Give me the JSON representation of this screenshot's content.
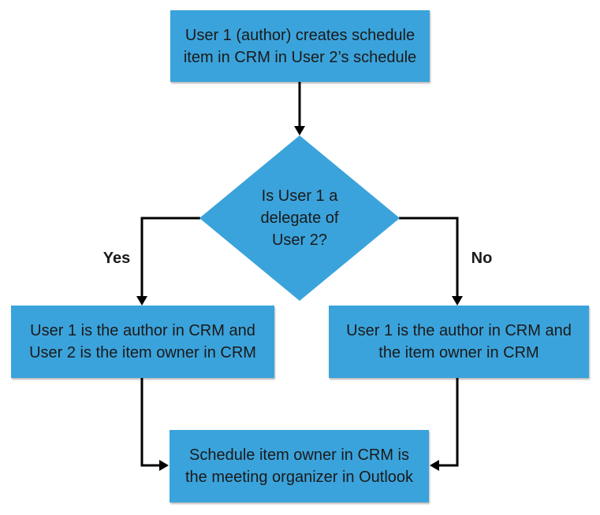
{
  "diagram": {
    "title": "CRM schedule item ownership flowchart",
    "colors": {
      "shape_fill": "#3BA3DB",
      "text": "#1A1A1A",
      "line": "#000000",
      "bg": "#FFFFFF"
    },
    "nodes": {
      "start": {
        "lines": [
          "User 1 (author) creates schedule",
          "item in CRM in User 2’s schedule"
        ]
      },
      "decision": {
        "lines": [
          "Is User 1 a",
          "delegate of",
          "User 2?"
        ]
      },
      "yes_result": {
        "lines": [
          "User 1 is the author in CRM and",
          "User 2 is the item owner in CRM"
        ]
      },
      "no_result": {
        "lines": [
          "User 1 is the author in CRM and",
          "the item owner in CRM"
        ]
      },
      "end": {
        "lines": [
          "Schedule item owner in CRM is",
          "the meeting organizer in Outlook"
        ]
      }
    },
    "edges": {
      "yes_label": "Yes",
      "no_label": "No"
    }
  }
}
